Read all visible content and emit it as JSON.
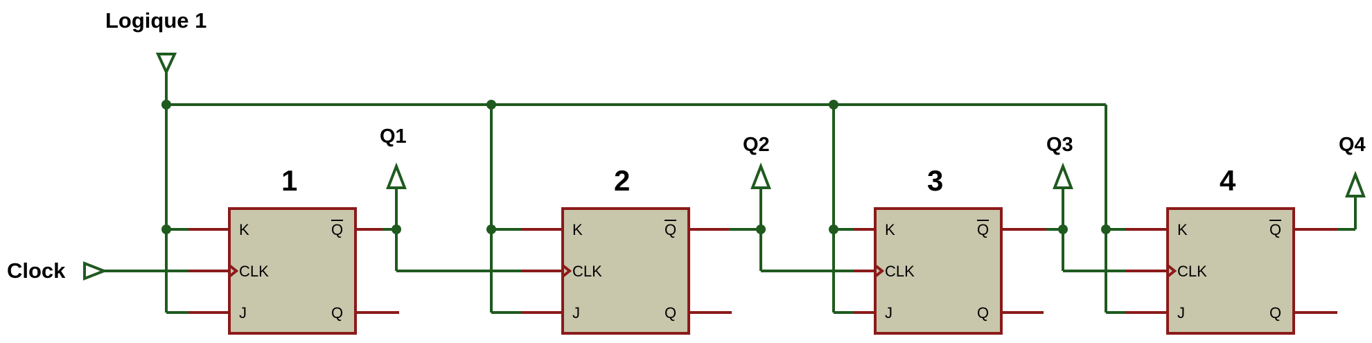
{
  "labels": {
    "logic_one": "Logique 1",
    "clock": "Clock"
  },
  "flipflops": [
    {
      "number": "1",
      "output": "Q1"
    },
    {
      "number": "2",
      "output": "Q2"
    },
    {
      "number": "3",
      "output": "Q3"
    },
    {
      "number": "4",
      "output": "Q4"
    }
  ],
  "pins": {
    "k": "K",
    "clk": "CLK",
    "j": "J",
    "q": "Q",
    "qbar": "Q"
  },
  "colors": {
    "wire": "#1f5a1f",
    "pin": "#8b1a1a",
    "body": "#c8c6ab"
  }
}
